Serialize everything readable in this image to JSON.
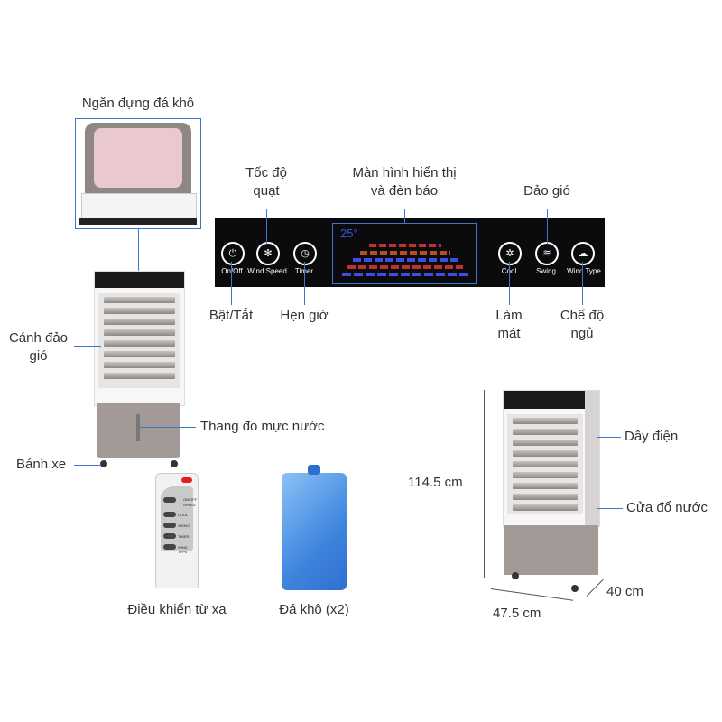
{
  "labels": {
    "ice_compartment": "Ngăn đựng đá khô",
    "louver": [
      "Cánh đảo",
      "gió"
    ],
    "water_gauge": "Thang đo mực nước",
    "wheels": "Bánh xe",
    "wind_speed": [
      "Tốc độ",
      "quạt"
    ],
    "display": [
      "Màn hình hiển thị",
      "và đèn báo"
    ],
    "swing": "Đảo gió",
    "power": "Bật/Tắt",
    "timer": "Hẹn giờ",
    "cool": [
      "Làm",
      "mát"
    ],
    "sleep_mode": [
      "Chế độ",
      "ngủ"
    ],
    "remote": "Điều khiển từ xa",
    "ice_pack": "Đá khô (x2)",
    "power_cord": "Dây điện",
    "water_inlet": "Cửa đổ nước",
    "height": "114.5 cm",
    "width": "47.5 cm",
    "depth": "40 cm"
  },
  "panel": {
    "buttons": [
      "On/Off",
      "Wind Speed",
      "Timer",
      "Cool",
      "Swing",
      "Wind Type"
    ],
    "display_temp": "25°"
  },
  "remote_buttons": [
    "ON/OFF",
    "SPEED",
    "COOL",
    "SWING",
    "TIMER",
    "WIND TYPE"
  ],
  "colors": {
    "accent": "#3a78c9",
    "tank": "#a39a98",
    "panel": "#0b0b0d",
    "ice": "#4d8fe0"
  }
}
